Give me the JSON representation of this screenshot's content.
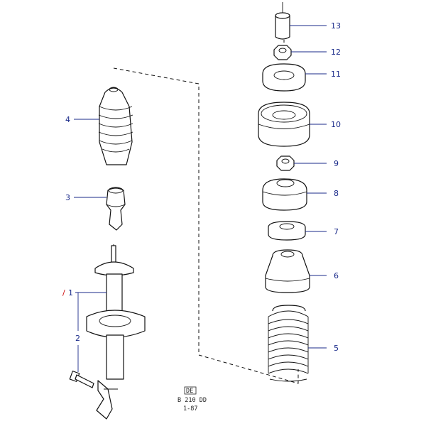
{
  "callouts": [
    {
      "id": "13",
      "text": "13"
    },
    {
      "id": "12",
      "text": "12"
    },
    {
      "id": "11",
      "text": "11"
    },
    {
      "id": "10",
      "text": "10"
    },
    {
      "id": "9",
      "text": "9"
    },
    {
      "id": "8",
      "text": "8"
    },
    {
      "id": "7",
      "text": "7"
    },
    {
      "id": "6",
      "text": "6"
    },
    {
      "id": "5",
      "text": "5"
    },
    {
      "id": "4",
      "text": "4"
    },
    {
      "id": "3",
      "text": "3"
    },
    {
      "id": "2",
      "text": "2"
    },
    {
      "id": "1",
      "text": "1"
    }
  ],
  "marker": "/",
  "reference": {
    "box": "DE",
    "code": "B 210 DD",
    "date": "1-87"
  },
  "colors": {
    "label": "#1a2a8a",
    "marker": "#d01010",
    "line": "#111111"
  }
}
